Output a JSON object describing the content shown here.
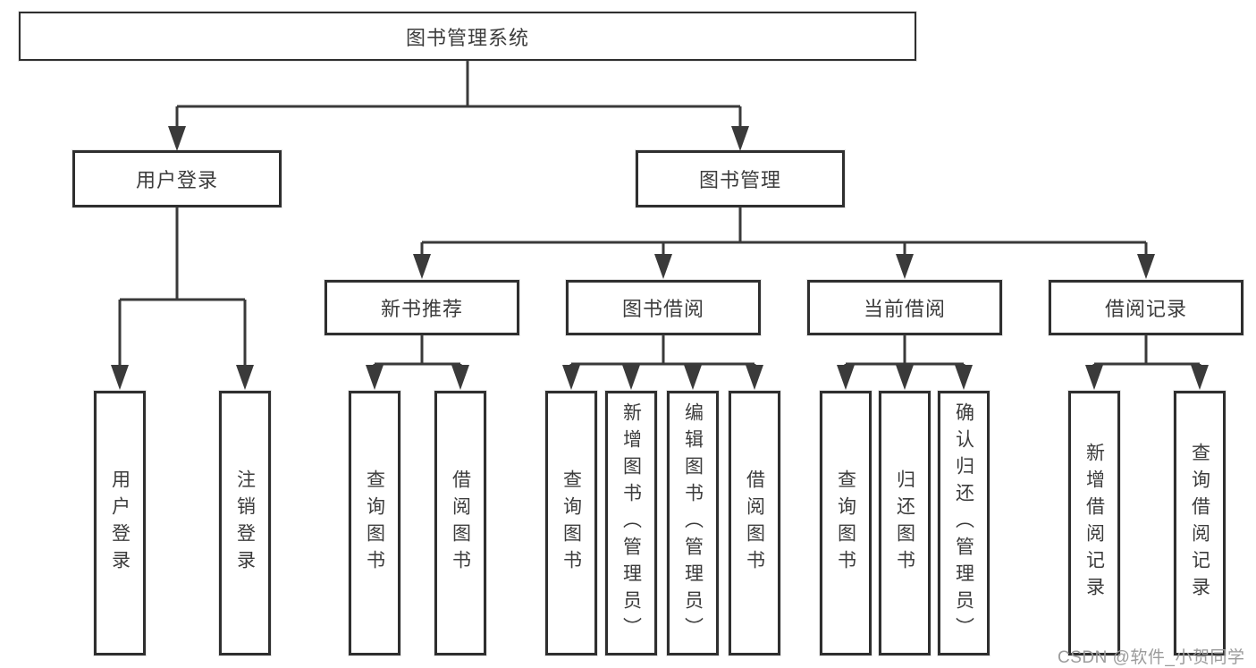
{
  "tree": {
    "root": "图书管理系统",
    "branches": [
      {
        "label": "用户登录",
        "children": [
          "用户登录",
          "注销登录"
        ]
      },
      {
        "label": "图书管理",
        "groups": [
          {
            "label": "新书推荐",
            "children": [
              "查询图书",
              "借阅图书"
            ]
          },
          {
            "label": "图书借阅",
            "children": [
              "查询图书",
              "新增图书（管理员）",
              "编辑图书（管理员）",
              "借阅图书"
            ]
          },
          {
            "label": "当前借阅",
            "children": [
              "查询图书",
              "归还图书",
              "确认归还（管理员）"
            ]
          },
          {
            "label": "借阅记录",
            "children": [
              "新增借阅记录",
              "查询借阅记录"
            ]
          }
        ]
      }
    ]
  },
  "watermark": {
    "text": "CSDN @软件_小贺同学"
  },
  "colors": {
    "line": "#3a3a3a",
    "border": "#2f2f2f",
    "text": "#3c3c3c",
    "watermark": "#9b9b9b",
    "background": "#ffffff"
  }
}
